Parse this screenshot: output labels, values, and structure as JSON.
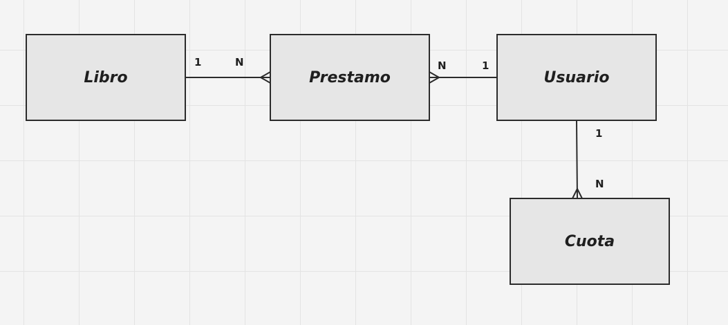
{
  "entities": {
    "libro": "Libro",
    "prestamo": "Prestamo",
    "usuario": "Usuario",
    "cuota": "Cuota"
  },
  "relations": {
    "libro_prestamo": {
      "from": "1",
      "to": "N"
    },
    "prestamo_usuario": {
      "from": "N",
      "to": "1"
    },
    "usuario_cuota": {
      "from": "1",
      "to": "N"
    }
  },
  "colors": {
    "line": "#2b2b2b",
    "entity_fill": "#e6e6e6"
  }
}
